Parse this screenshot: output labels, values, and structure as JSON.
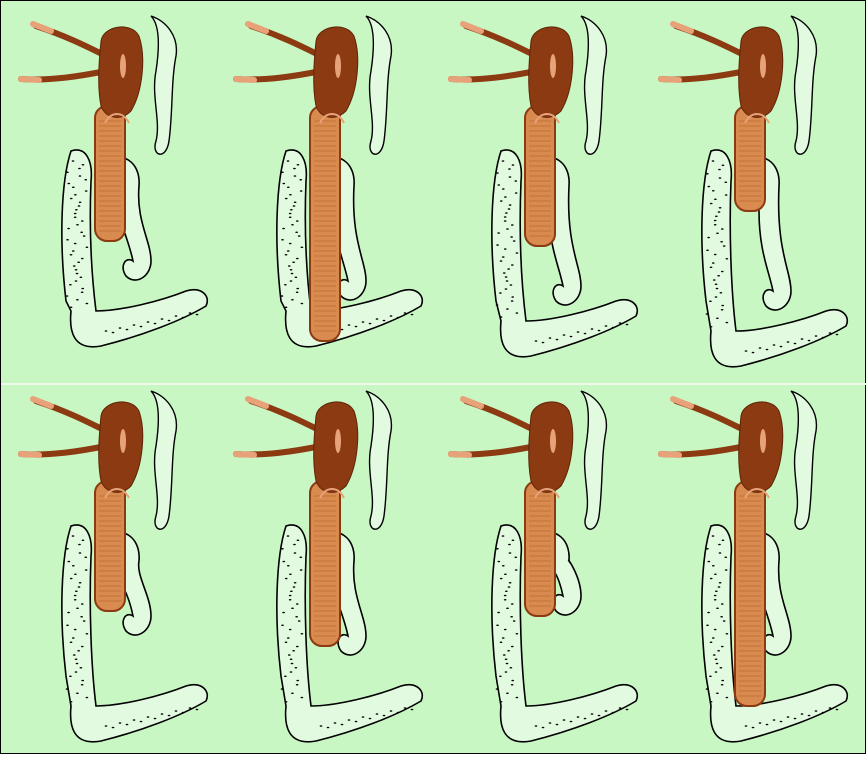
{
  "figure": {
    "panels": [
      {
        "id": "1",
        "row": 1,
        "col": 1
      },
      {
        "id": "2",
        "row": 1,
        "col": 2
      },
      {
        "id": "3",
        "row": 1,
        "col": 3
      },
      {
        "id": "4",
        "row": 1,
        "col": 4
      },
      {
        "id": "5",
        "row": 2,
        "col": 1
      },
      {
        "id": "6",
        "row": 2,
        "col": 2
      },
      {
        "id": "7",
        "row": 2,
        "col": 3
      },
      {
        "id": "8",
        "row": 2,
        "col": 4
      }
    ],
    "colors": {
      "background": "#c9f7c3",
      "tissue_fill": "#e2fbe0",
      "tissue_outline": "#000000",
      "sac_dark": "#8b3a12",
      "tube_light": "#d88a4f",
      "hair_light": "#e8a27a",
      "divider": "#eef9ea"
    }
  }
}
